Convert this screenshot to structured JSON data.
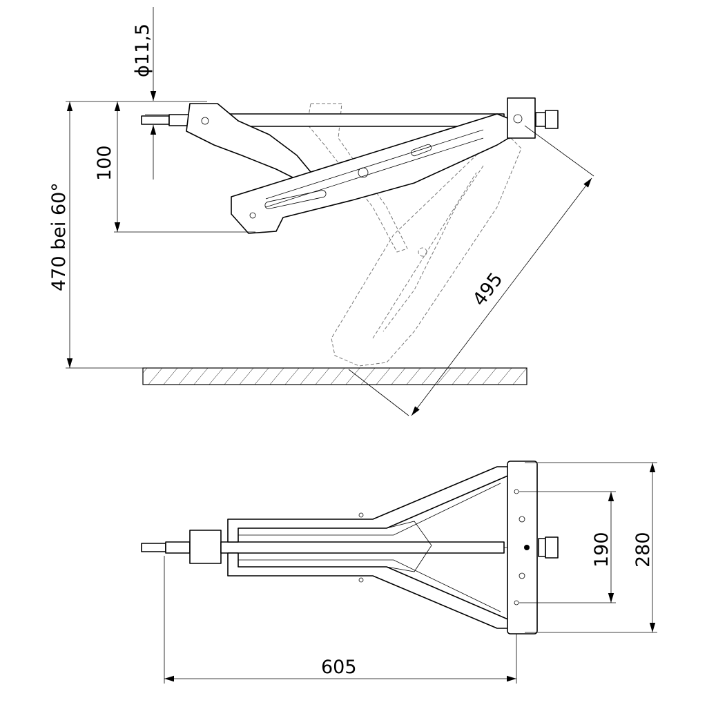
{
  "drawing": {
    "dimensions": {
      "pin_diameter": "ϕ11,5",
      "height_offset": "100",
      "total_height": "470 bei 60°",
      "arm_length": "495",
      "hole_spacing": "190",
      "plate_width": "280",
      "total_length": "605"
    },
    "colors": {
      "line": "#000000",
      "ghost": "#777777"
    }
  }
}
